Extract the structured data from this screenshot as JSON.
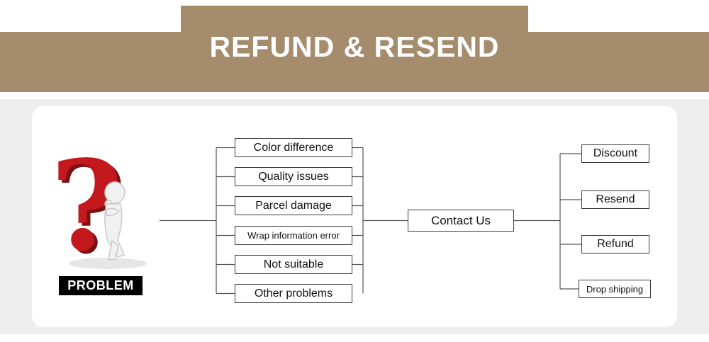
{
  "banner": {
    "title": "REFUND & RESEND"
  },
  "problem": {
    "label": "PROBLEM",
    "question_mark": "?"
  },
  "flow": {
    "left_items": [
      "Color difference",
      "Quality issues",
      "Parcel damage",
      "Wrap information error",
      "Not suitable",
      "Other problems"
    ],
    "center_label": "Contact Us",
    "right_items": [
      "Discount",
      "Resend",
      "Refund",
      "Drop shipping"
    ]
  },
  "colors": {
    "banner_brown": "#a58c6c",
    "accent_red": "#c2181e",
    "page_gray": "#eeeeee",
    "problem_black": "#000000",
    "connector_line": "#555555"
  }
}
